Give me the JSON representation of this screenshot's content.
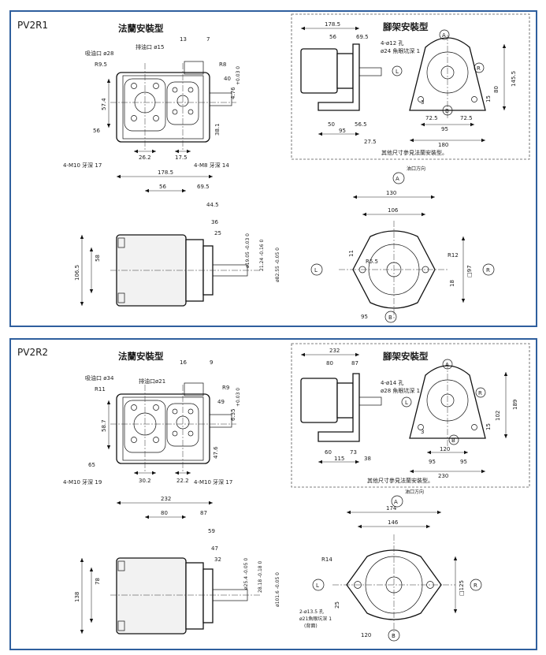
{
  "panels": [
    {
      "model": "PV2R1",
      "flange_title": "法蘭安裝型",
      "foot_title": "腳架安裝型",
      "foot_note": "其他尺寸參見法蘭安裝型。",
      "port_dir": "油口方向",
      "suction_label": "吸油口 ø28",
      "discharge_label": "排油口 ø15",
      "hole_note_1": "4-ø12 孔",
      "hole_note_2": "ø24 魚眼坑深 1",
      "thread_left": "4-M10 牙深 17",
      "thread_right": "4-M8 牙深 14",
      "mark_a": "A",
      "mark_b": "B",
      "mark_l": "L",
      "mark_r": "R",
      "dims": {
        "fl_r": "R9.5",
        "fl_13": "13",
        "fl_7": "7",
        "fl_r2": "R8",
        "fl_40": "40",
        "fl_tol": "+0.03 0",
        "fl_476": "4.76",
        "fl_574": "57.4",
        "fl_56": "56",
        "fl_262": "26.2",
        "fl_175": "17.5",
        "fl_381": "38.1",
        "ft_1785": "178.5",
        "ft_56": "56",
        "ft_695": "69.5",
        "ft_1455": "145.5",
        "ft_80": "80",
        "ft_15": "15",
        "ft_3": "3",
        "ft_725a": "72.5",
        "ft_725b": "72.5",
        "ft_50": "50",
        "ft_565": "56.5",
        "ft_95": "95",
        "ft_275": "27.5",
        "ft_95b": "95",
        "ft_180": "180",
        "sd_1785": "178.5",
        "sd_56": "56",
        "sd_695": "69.5",
        "sd_445": "44.5",
        "sd_36": "36",
        "sd_25": "25",
        "sd_shaft": "ø19.05 -0.03 0",
        "sd_key": "21.24 -0.16 0",
        "sd_pilot": "ø82.55 -0.05 0",
        "sd_58": "58",
        "sd_1065": "106.5",
        "fv_130": "130",
        "fv_106": "106",
        "fv_r55": "R5.5",
        "fv_r12": "R12",
        "fv_11": "11",
        "fv_18": "18",
        "fv_97": "□97",
        "fv_95": "95"
      }
    },
    {
      "model": "PV2R2",
      "flange_title": "法蘭安裝型",
      "foot_title": "腳架安裝型",
      "foot_note": "其他尺寸參見法蘭安裝型。",
      "port_dir": "油口方向",
      "suction_label": "吸油口 ø34",
      "discharge_label": "排油口ø21",
      "hole_note_1": "4-ø14 孔",
      "hole_note_2": "ø28 魚眼坑深 1",
      "thread_left": "4-M10 牙深 19",
      "thread_right": "4-M10 牙深 17",
      "mark_a": "A",
      "mark_b": "B",
      "mark_l": "L",
      "mark_r": "R",
      "flange_hole_1": "2-ø13.5 孔",
      "flange_hole_2": "ø21魚眼坑深 1",
      "flange_hole_3": "(背面)",
      "dims": {
        "fl_r": "R11",
        "fl_16": "16",
        "fl_9": "9",
        "fl_r2": "R9",
        "fl_49": "49",
        "fl_tol": "+0.03 0",
        "fl_635": "6.35",
        "fl_587": "58.7",
        "fl_65": "65",
        "fl_302": "30.2",
        "fl_222": "22.2",
        "fl_476": "47.6",
        "ft_232": "232",
        "ft_80": "80",
        "ft_87": "87",
        "ft_189": "189",
        "ft_102": "102",
        "ft_15": "15",
        "ft_3": "3",
        "ft_120": "120",
        "ft_95a": "95",
        "ft_95b": "95",
        "ft_60": "60",
        "ft_73": "73",
        "ft_115": "115",
        "ft_38": "38",
        "ft_230": "230",
        "sd_232": "232",
        "sd_80": "80",
        "sd_87": "87",
        "sd_59": "59",
        "sd_47": "47",
        "sd_32": "32",
        "sd_shaft": "ø25.4 -0.05 0",
        "sd_key": "28.18 -0.18 0",
        "sd_pilot": "ø101.6 -0.05 0",
        "sd_78": "78",
        "sd_138": "138",
        "fv_174": "174",
        "fv_146": "146",
        "fv_r14": "R14",
        "fv_125": "□125",
        "fv_25": "25",
        "fv_120": "120"
      }
    }
  ]
}
